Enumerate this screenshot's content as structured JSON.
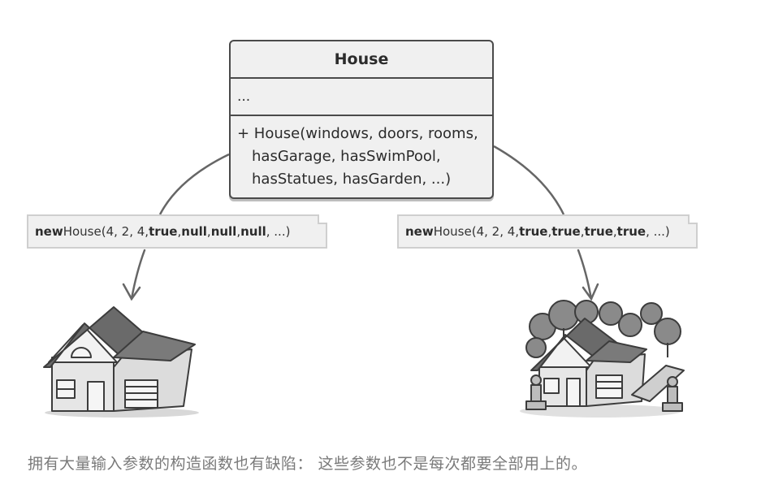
{
  "uml": {
    "class_name": "House",
    "fields": "...",
    "method_line1": "+ House(windows, doors, rooms,",
    "method_line2": "hasGarage, hasSwimPool,",
    "method_line3": "hasStatues, hasGarden, ...)"
  },
  "notes": {
    "left": {
      "kw_new": "new",
      "args_plain": " House(4, 2, 4, ",
      "arg_true": "true",
      "sep1": ", ",
      "null1": "null",
      "sep2": ", ",
      "null2": "null",
      "sep3": ", ",
      "null3": "null",
      "tail": ", ...)"
    },
    "right": {
      "kw_new": "new",
      "args_plain": " House(4, 2, 4, ",
      "true1": "true",
      "sep1": ", ",
      "true2": "true",
      "sep2": ", ",
      "true3": "true",
      "sep3": ", ",
      "true4": "true",
      "tail": ", ...)"
    }
  },
  "caption": "拥有大量输入参数的构造函数也有缺陷：  这些参数也不是每次都要全部用上的。",
  "colors": {
    "stroke": "#4a4a4a",
    "fill": "#f0f0f0",
    "roof": "#6a6a6a",
    "tree": "#8a8a8a"
  }
}
